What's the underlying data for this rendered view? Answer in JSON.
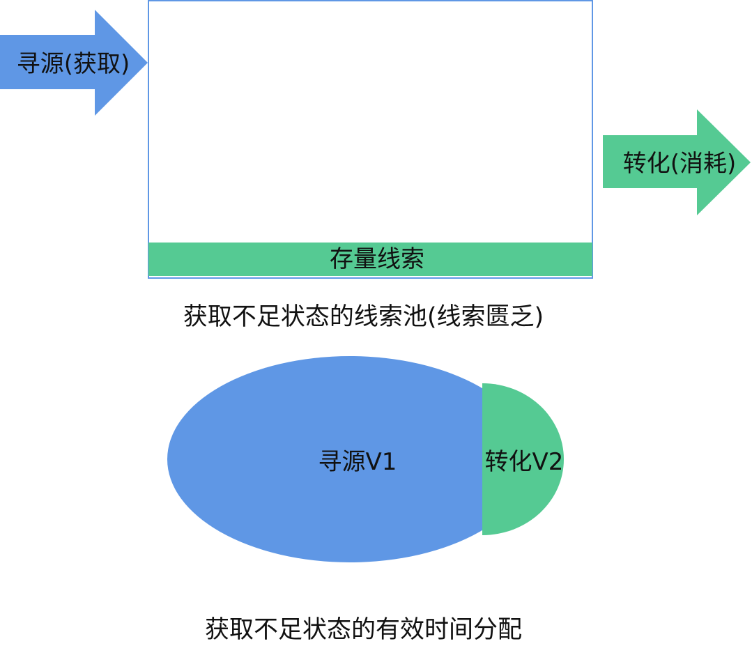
{
  "diagram1": {
    "input_arrow_label": "寻源(获取)",
    "output_arrow_label": "转化(消耗)",
    "pool_stock_label": "存量线索",
    "caption": "获取不足状态的线索池(线索匮乏)"
  },
  "diagram2": {
    "large_region_label": "寻源V1",
    "small_region_label": "转化V2",
    "caption": "获取不足状态的有效时间分配"
  },
  "colors": {
    "blue": "#5f97e5",
    "green": "#55ca93",
    "pool_border": "#5f97e5",
    "text": "#111111"
  }
}
